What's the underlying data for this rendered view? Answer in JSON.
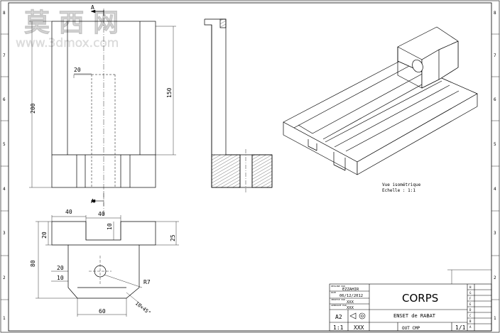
{
  "watermark": {
    "cn": "莫 西 网",
    "url": "www.3dmox.com"
  },
  "border": {
    "left_zones": [
      "8",
      "7",
      "6",
      "5",
      "4",
      "3",
      "2",
      "1"
    ],
    "right_zones": [
      "8",
      "7",
      "6",
      "5",
      "4",
      "3",
      "2",
      "1"
    ]
  },
  "views": {
    "front": {
      "section_label": "A",
      "dim_width": "20",
      "dim_height": "200",
      "dim_inner": "150"
    },
    "top": {
      "section_label": "A",
      "dim_40_left": "40",
      "dim_40_mid": "40",
      "dim_10": "10",
      "dim_20_top": "20",
      "dim_25": "25",
      "dim_80": "80",
      "dim_20": "20",
      "dim_10_b": "10",
      "dim_60": "60",
      "radius": "R7",
      "chamfer": "10×45°"
    },
    "iso": {
      "caption": "Vue isométrique",
      "scale": "Echelle :  1:1"
    }
  },
  "title_block": {
    "author_label": "DESSINE PAR",
    "author": "EZZAHIR",
    "date_label": "DATE",
    "date": "06/12/2012",
    "checked_label": "VERIFIE PAR",
    "checked": "XXX",
    "approved_label": "APPROUVE PAR",
    "approved": "XXX",
    "format": "A2",
    "title": "CORPS",
    "subtitle": "ENSET de RABAT",
    "scale": "1:1",
    "mass": "XXX",
    "material": "OUT CMP",
    "sheet": "1/1",
    "rev_letters": [
      "H",
      "G",
      "F",
      "E",
      "D",
      "C",
      "B",
      "A"
    ]
  }
}
